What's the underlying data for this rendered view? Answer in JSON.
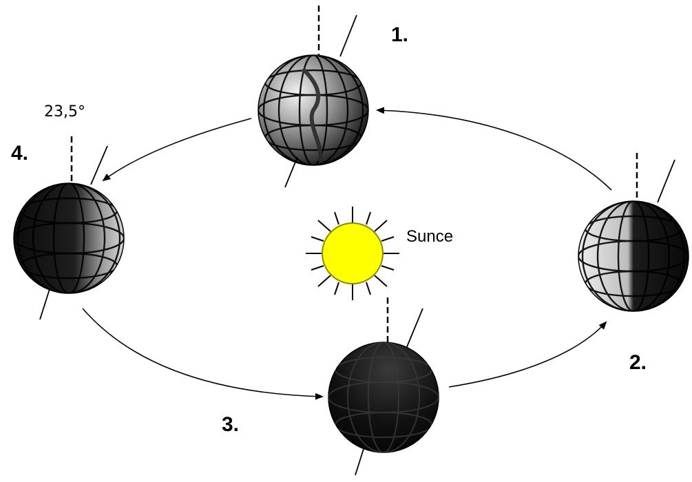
{
  "labels": {
    "pos1": "1.",
    "pos2": "2.",
    "pos3": "3.",
    "pos4": "4.",
    "sun": "Sunce",
    "tilt": "23,5°"
  },
  "colors": {
    "sun_fill": "#ffff00",
    "sun_stroke": "#8a8a00",
    "globe_dark": "#101010",
    "globe_light": "#e6e6e6"
  }
}
